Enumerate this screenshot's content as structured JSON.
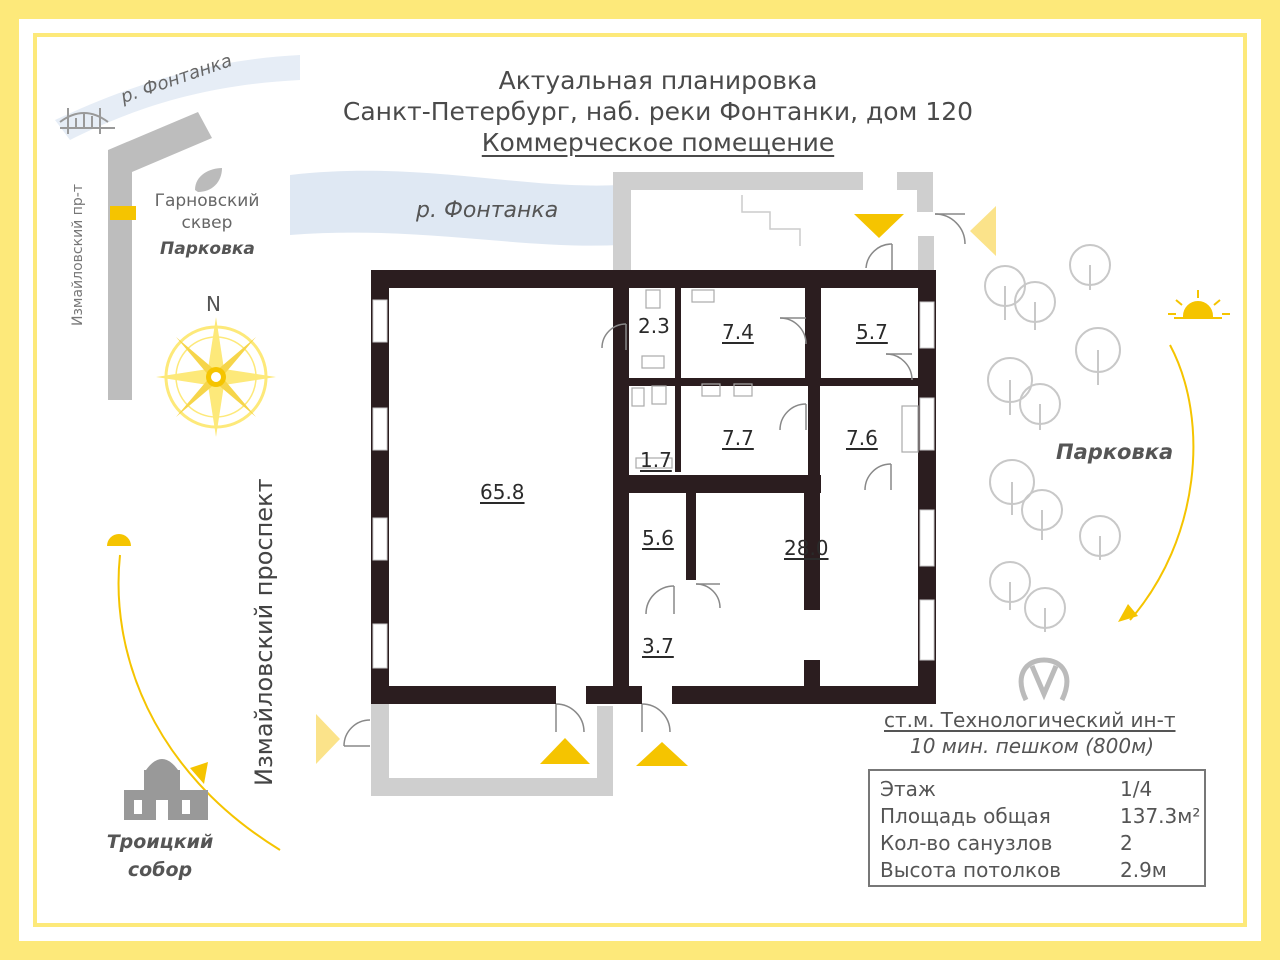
{
  "header": {
    "line1": "Актуальная планировка",
    "line2": "Санкт-Петербург, наб. реки Фонтанки, дом 120",
    "line3": "Коммерческое помещение"
  },
  "map": {
    "river_top": "р. Фонтанка",
    "river_main": "р. Фонтанка",
    "street_small": "Измайловский пр-т",
    "street_big": "Измайловский проспект",
    "square": "Гарновский сквер",
    "parking_left": "Парковка",
    "parking_right": "Парковка",
    "north": "N",
    "cathedral": "Троицкий собор"
  },
  "rooms": {
    "r1": "65.8",
    "r2": "2.3",
    "r3": "7.4",
    "r4": "5.7",
    "r5": "1.7",
    "r6": "7.7",
    "r7": "7.6",
    "r8": "5.6",
    "r9": "28.0",
    "r10": "3.7"
  },
  "metro": {
    "station": "ст.м. Технологический ин-т",
    "walk": "10 мин. пешком (800м)"
  },
  "specs": [
    {
      "label": "Этаж",
      "value": "1/4"
    },
    {
      "label": "Площадь общая",
      "value": "137.3м²"
    },
    {
      "label": "Кол-во санузлов",
      "value": "2"
    },
    {
      "label": "Высота потолков",
      "value": "2.9м"
    }
  ],
  "colors": {
    "accent": "#fde97a",
    "arrow": "#f5c400",
    "wall": "#2b1d1f",
    "river": "#dde7f2"
  }
}
